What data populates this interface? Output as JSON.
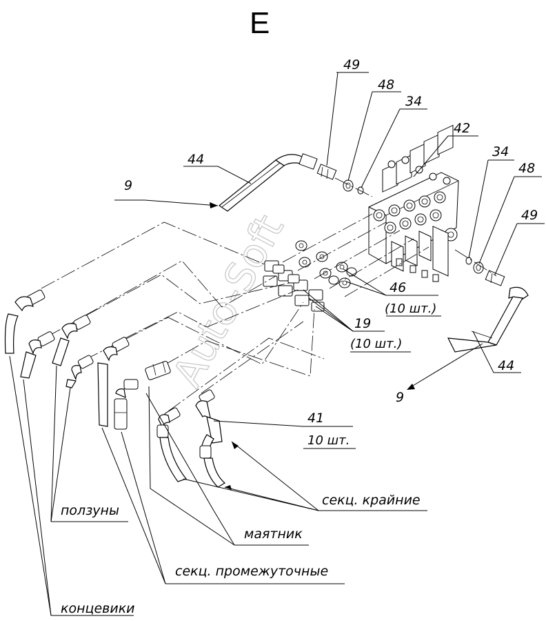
{
  "view_label": "E",
  "watermark": "Auto-Soft",
  "callouts": {
    "c49_top": "49",
    "c48_top": "48",
    "c34_top": "34",
    "c42": "42",
    "c34_right": "34",
    "c48_right": "48",
    "c49_right": "49",
    "c44_top": "44",
    "c9_top": "9",
    "c46": "46",
    "c46_qty": "(10 шт.)",
    "c19": "19",
    "c19_qty": "(10 шт.)",
    "c44_right": "44",
    "c9_right": "9",
    "c41": "41",
    "c41_qty": "10 шт."
  },
  "group_labels": {
    "slides": "ползуны",
    "pendulum": "маятник",
    "end_sections": "секц. крайние",
    "intermediate_sections": "секц. промежуточные",
    "limit_switches": "концевики"
  }
}
